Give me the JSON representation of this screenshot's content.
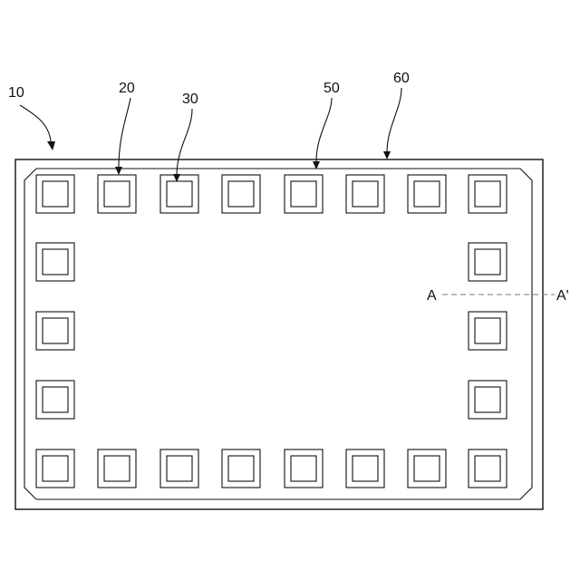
{
  "labels": {
    "ref_10": "10",
    "ref_20": "20",
    "ref_30": "30",
    "ref_50": "50",
    "ref_60": "60",
    "section_a": "A",
    "section_a_prime": "A'"
  },
  "pad_grid": {
    "columns": 8,
    "rows": 5,
    "perimeter_only": true
  },
  "colors": {
    "line": "#111111",
    "section_line": "#777777",
    "background": "#ffffff"
  }
}
